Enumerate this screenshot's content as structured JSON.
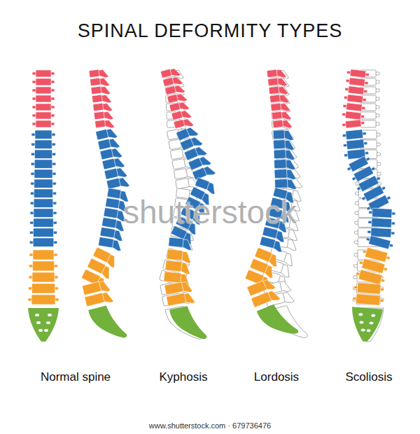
{
  "diagram": {
    "title": "SPINAL DEFORMITY TYPES",
    "labels": [
      "Normal spine",
      "Kyphosis",
      "Lordosis",
      "Scoliosis",
      "shutterstock",
      "www.shutterstock.com · 679736476"
    ]
  }
}
